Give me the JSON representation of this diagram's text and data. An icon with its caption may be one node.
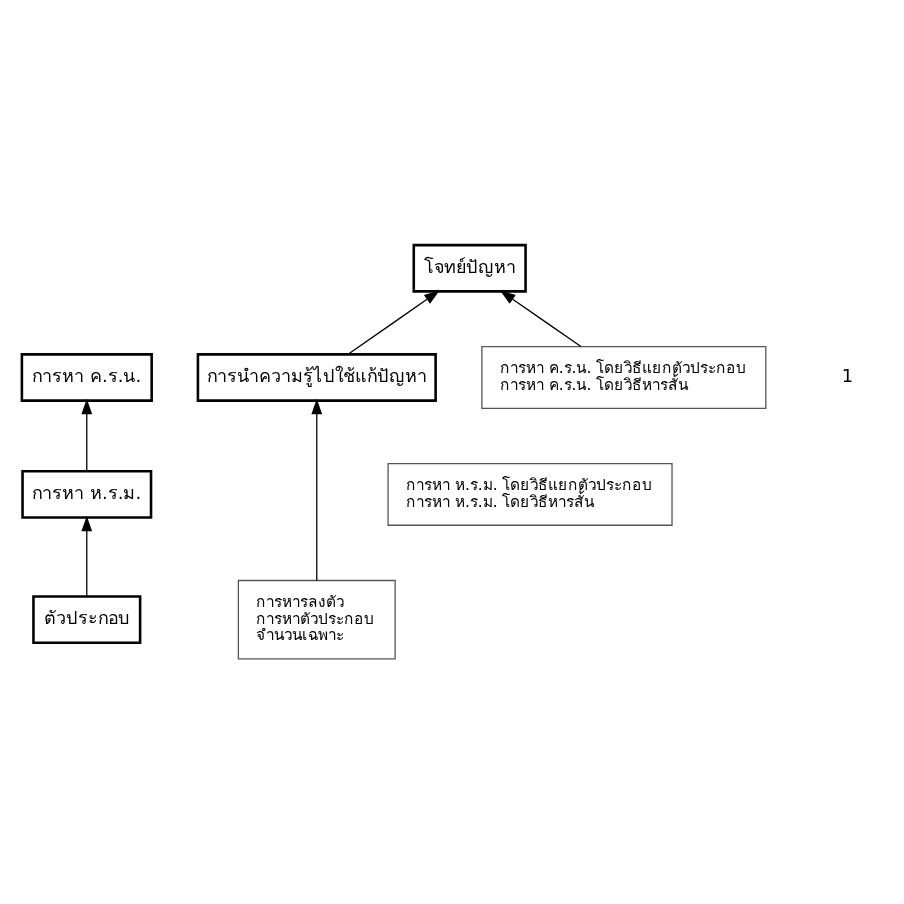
{
  "diagram": {
    "nodes": [
      {
        "text": [
          "ตัวประกอบ"
        ]
      },
      {
        "text": [
          "การหารลงตัว",
          "การหาตัวประกอบ",
          "จำนวนเฉพาะ"
        ]
      },
      {
        "text": [
          "การหา ห.ร.ม."
        ]
      },
      {
        "text": [
          "การหา ห.ร.ม. โดยวิธีแยกตัวประกอบ",
          "การหา ห.ร.ม. โดยวิธีหารสั้น"
        ]
      },
      {
        "text": [
          "การหา ค.ร.น."
        ]
      },
      {
        "text": [
          "การหา ค.ร.น. โดยวิธีแยกตัวประกอบ",
          "การหา ค.ร.น. โดยวิธีหารสั้น"
        ]
      },
      {
        "text": [
          "โจทย์ปัญหา"
        ]
      },
      {
        "text": [
          "การนำความรู้ไปใช้แก้ปัญหา"
        ]
      }
    ],
    "edges": [
      {
        "from": 0,
        "to": 2,
        "arrow": "to"
      },
      {
        "from": 2,
        "to": 4,
        "arrow": "to"
      },
      {
        "from": 5,
        "to": 6,
        "arrow": "to"
      },
      {
        "from": 1,
        "to": 7,
        "arrow": "to"
      },
      {
        "from": 7,
        "to": 6,
        "arrow": "to"
      }
    ],
    "labels": [
      "1"
    ]
  }
}
